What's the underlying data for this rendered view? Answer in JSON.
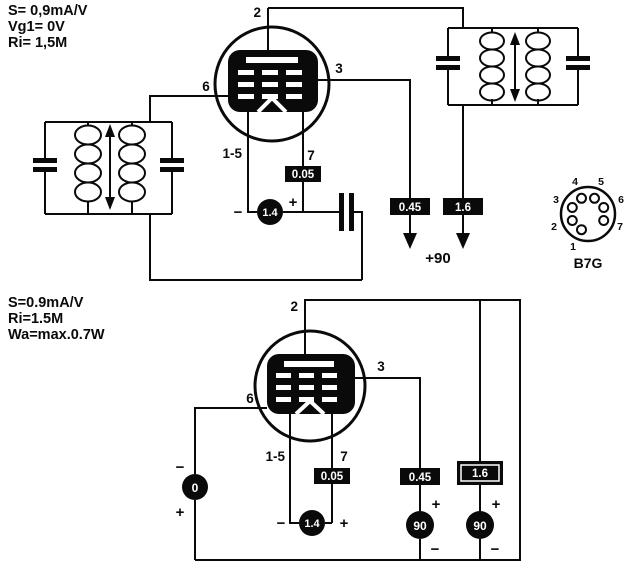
{
  "top_circuit": {
    "params": {
      "line1": "S= 0,9mA/V",
      "line2": "Vg1= 0V",
      "line3": "Ri= 1,5M"
    },
    "pin_labels": {
      "pin2": "2",
      "pin3": "3",
      "pin6": "6",
      "pin15": "1-5",
      "pin7": "7"
    },
    "meter_boxes": {
      "filament": "0.05",
      "anode": "0.45",
      "screen": "1.6"
    },
    "battery": {
      "filament": "1.4"
    },
    "supply_label": "+90",
    "signs": {
      "plus": "+",
      "minus": "−"
    }
  },
  "bottom_circuit": {
    "params": {
      "line1": "S=0.9mA/V",
      "line2": "Ri=1.5M",
      "line3": "Wa=max.0.7W"
    },
    "pin_labels": {
      "pin2": "2",
      "pin3": "3",
      "pin6": "6",
      "pin15": "1-5",
      "pin7": "7"
    },
    "meter_boxes": {
      "filament": "0.05",
      "anode": "0.45",
      "screen": "1.6"
    },
    "batteries": {
      "grid": "0",
      "filament": "1.4",
      "anode": "90",
      "screen": "90"
    },
    "signs": {
      "plus": "+",
      "minus": "−"
    }
  },
  "base_diagram": {
    "label": "B7G",
    "pin_numbers": [
      "1",
      "2",
      "3",
      "4",
      "5",
      "6",
      "7"
    ]
  }
}
